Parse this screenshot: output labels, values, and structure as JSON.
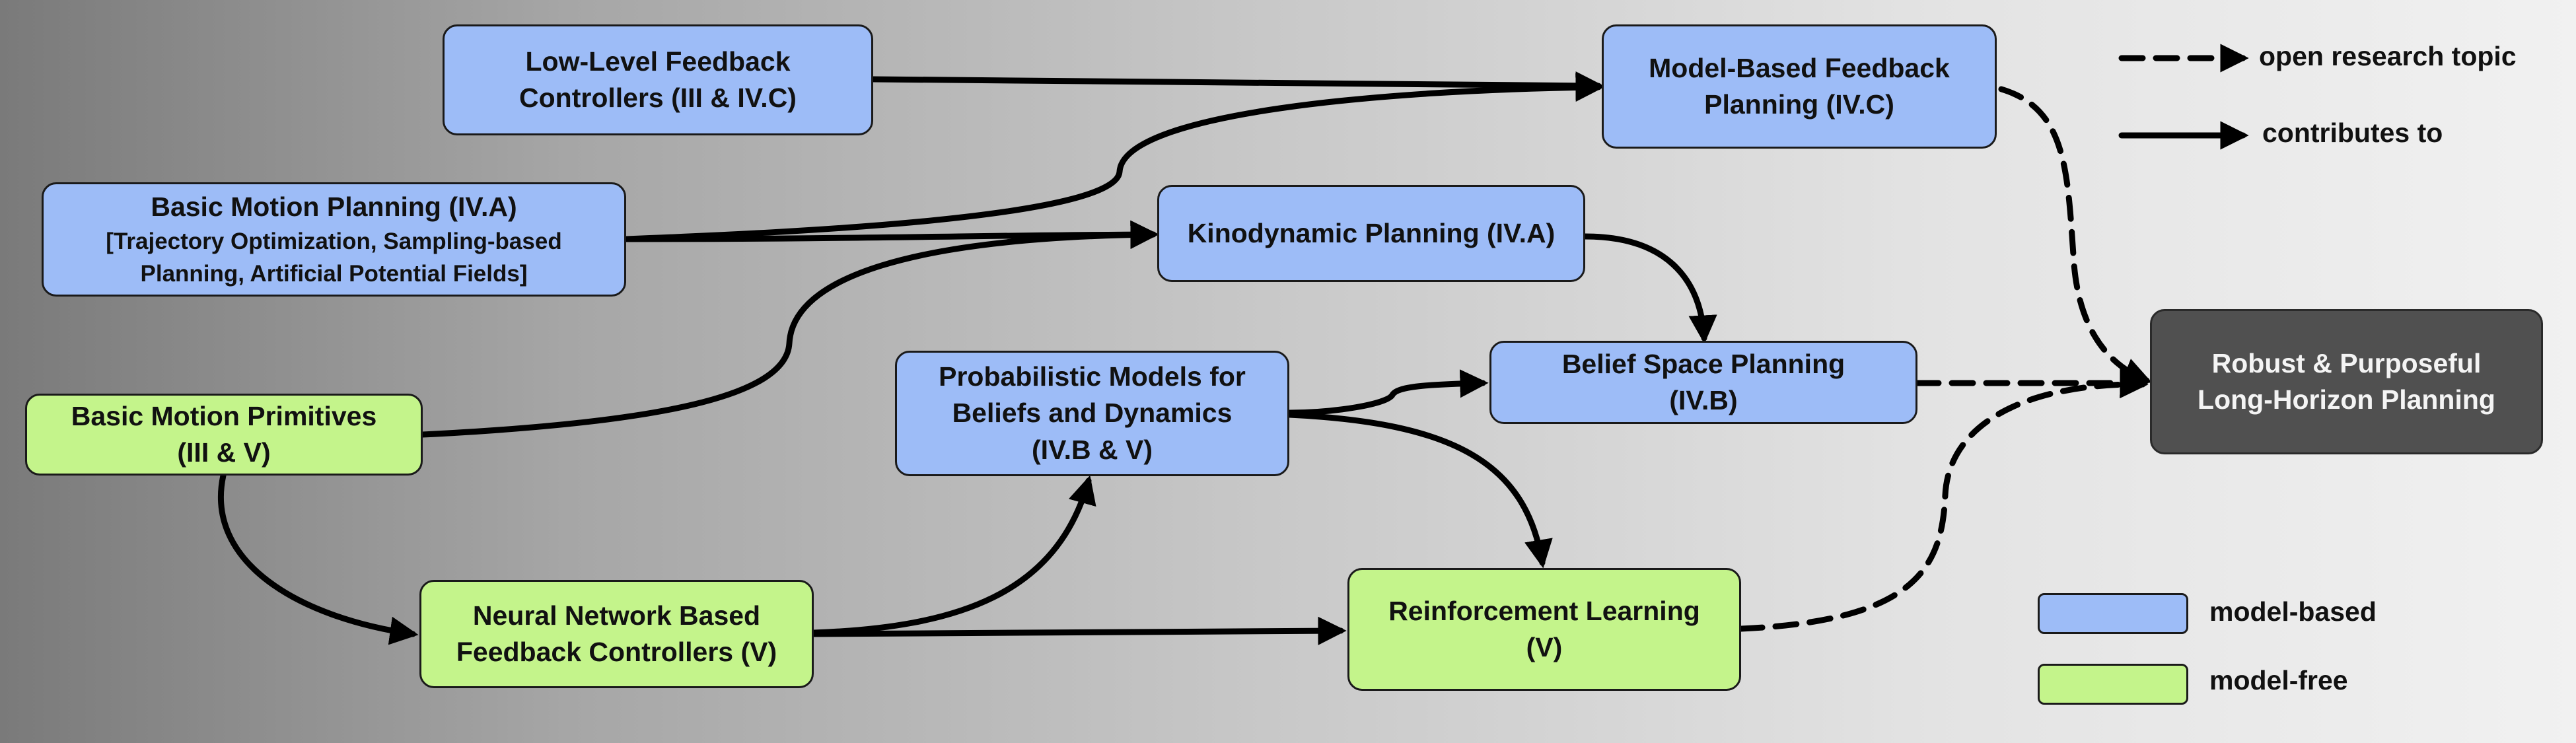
{
  "nodes": {
    "low_level": {
      "line1": "Low-Level Feedback",
      "line2": "Controllers (III & IV.C)"
    },
    "model_based_feedback": {
      "line1": "Model-Based Feedback",
      "line2": "Planning (IV.C)"
    },
    "basic_motion_planning": {
      "title": "Basic Motion Planning (IV.A)",
      "sub1": "[Trajectory Optimization, Sampling-based",
      "sub2": "Planning, Artificial Potential Fields]"
    },
    "kinodynamic": {
      "line1": "Kinodynamic Planning (IV.A)"
    },
    "belief_space": {
      "line1": "Belief Space Planning",
      "line2": "(IV.B)"
    },
    "basic_motion_primitives": {
      "line1": "Basic Motion Primitives",
      "line2": "(III & V)"
    },
    "probabilistic_models": {
      "line1": "Probabilistic Models for",
      "line2": "Beliefs and Dynamics",
      "line3": "(IV.B & V)"
    },
    "robust_planning": {
      "line1": "Robust & Purposeful",
      "line2": "Long-Horizon Planning"
    },
    "neural_network": {
      "line1": "Neural Network Based",
      "line2": "Feedback Controllers (V)"
    },
    "reinforcement_learning": {
      "line1": "Reinforcement Learning",
      "line2": "(V)"
    }
  },
  "legend": {
    "open_research": "open research topic",
    "contributes": "contributes to",
    "model_based": "model-based",
    "model_free": "model-free"
  },
  "colors": {
    "model_based": "#9dbcf7",
    "model_free": "#c4f48b",
    "goal": "#505050",
    "line": "#000000"
  }
}
